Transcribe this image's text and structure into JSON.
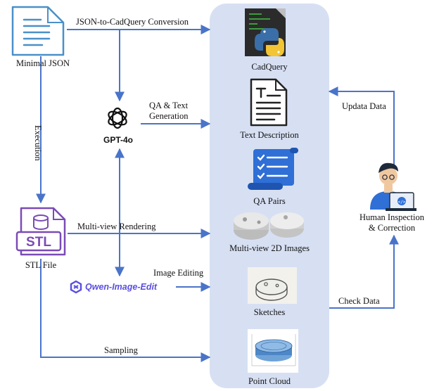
{
  "colors": {
    "arrow": "#4a74c9",
    "panel": "#d7e0f3",
    "stl_purple": "#7a4bb5",
    "doc_blue": "#4a90c9",
    "qa_blue": "#2f6fd6",
    "qwen_purple": "#5a4fe0"
  },
  "inputs": {
    "minimal_json": "Minimal JSON",
    "gpt": "GPT-4o",
    "stl_icon_text": "STL",
    "stl_file": "STL File",
    "qwen": "Qwen-Image-Edit"
  },
  "edges": {
    "json_to_cadquery": "JSON-to-CadQuery Conversion",
    "execution": "Execution",
    "qa_text_gen_line1": "QA & Text",
    "qa_text_gen_line2": "Generation",
    "multiview_rendering": "Multi-view Rendering",
    "image_editing": "Image Editing",
    "sampling": "Sampling",
    "check_data": "Check Data",
    "update_data": "Updata Data"
  },
  "outputs": {
    "cadquery": "CadQuery",
    "text_description": "Text Description",
    "qa_pairs": "QA Pairs",
    "multiview_images": "Multi-view 2D Images",
    "sketches": "Sketches",
    "point_cloud": "Point Cloud"
  },
  "human": {
    "line1": "Human Inspection",
    "line2": "& Correction",
    "laptop_text": "</>"
  }
}
